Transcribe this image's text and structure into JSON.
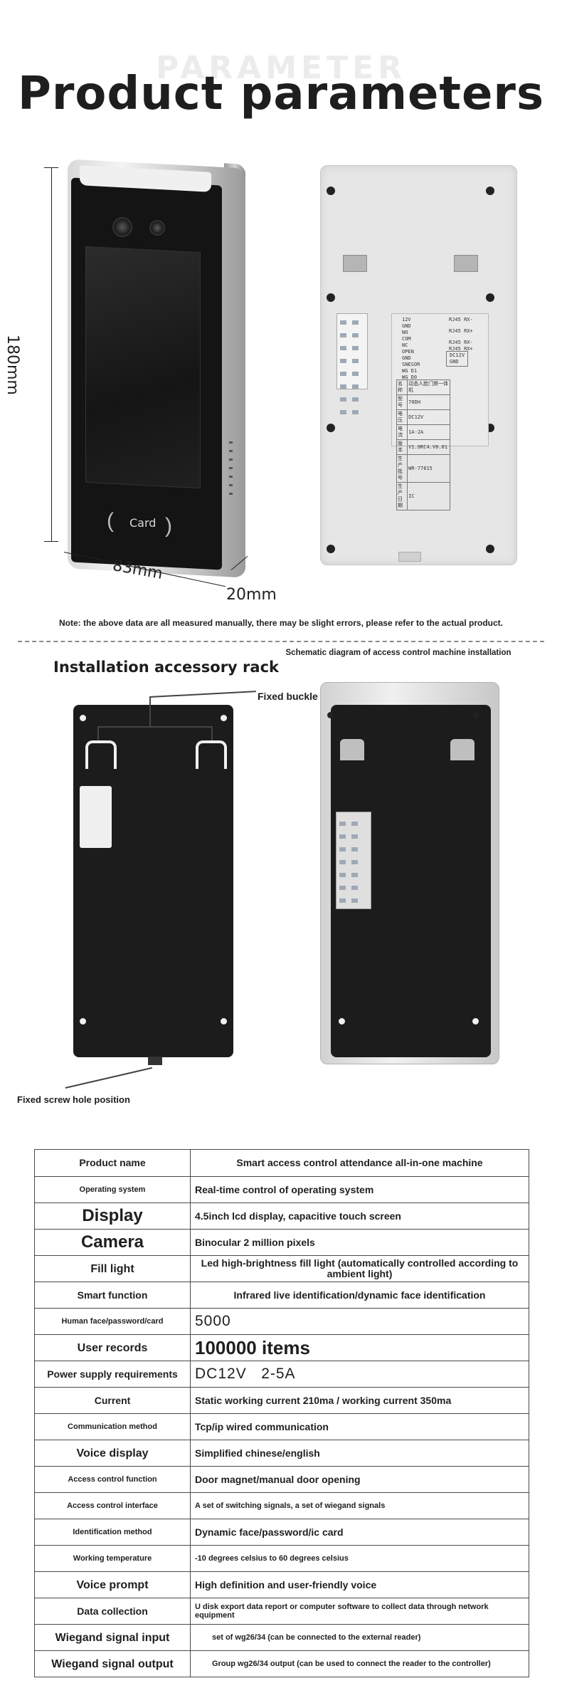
{
  "header": {
    "ghost_text": "PARAMETER",
    "title": "Product parameters"
  },
  "dimensions": {
    "height": "180mm",
    "width": "83mm",
    "depth": "20mm"
  },
  "device": {
    "card_label": "Card",
    "back_label_panel": {
      "terminals_left": [
        "12V",
        "GND",
        "NO",
        "COM",
        "NC",
        "OPEN",
        "GND",
        "SNESOR",
        "WG D1",
        "WG D0"
      ],
      "terminals_right": [
        "RJ45 RX-",
        "RJ45 RX+",
        "RJ45 RX-",
        "RJ45 RX+"
      ],
      "power": [
        "DC12V",
        "GND"
      ],
      "spec_rows": [
        [
          "名称",
          "动态人脸门禁一体机"
        ],
        [
          "型号",
          "70DH"
        ],
        [
          "电压",
          "DC12V"
        ],
        [
          "电流",
          "1A-2A"
        ],
        [
          "版本",
          "V1.0RC4.V0.01"
        ],
        [
          "生产批号",
          "WR-77815"
        ],
        [
          "生产日期",
          "IC"
        ]
      ]
    }
  },
  "note": "Note: the above data are all measured manually, there may be slight errors, please refer to the actual product.",
  "installation": {
    "accessory_title": "Installation accessory rack",
    "schematic_title": "Schematic diagram of access control machine installation",
    "fixed_buckle": "Fixed buckle",
    "fixed_screw": "Fixed screw hole position"
  },
  "params": [
    {
      "k": "Product name",
      "v": "Smart access control attendance all-in-one machine"
    },
    {
      "k": "Operating system",
      "v": "Real-time control of operating system"
    },
    {
      "k": "Display",
      "v": "4.5inch lcd display, capacitive touch screen"
    },
    {
      "k": "Camera",
      "v": "Binocular 2 million pixels"
    },
    {
      "k": "Fill light",
      "v": "Led high-brightness fill light (automatically controlled according to ambient light)"
    },
    {
      "k": "Smart function",
      "v": "Infrared live identification/dynamic face identification"
    },
    {
      "k": "Human face/password/card",
      "v": "5000"
    },
    {
      "k": "User records",
      "v": "100000 items"
    },
    {
      "k": "Power supply requirements",
      "v": "DC12V   2-5A"
    },
    {
      "k": "Current",
      "v": "Static working current 210ma / working current 350ma"
    },
    {
      "k": "Communication method",
      "v": "Tcp/ip wired communication"
    },
    {
      "k": "Voice display",
      "v": "Simplified chinese/english"
    },
    {
      "k": "Access control function",
      "v": "Door magnet/manual door opening"
    },
    {
      "k": "Access control interface",
      "v": "A set of switching signals, a set of wiegand signals"
    },
    {
      "k": "Identification method",
      "v": "Dynamic face/password/ic card"
    },
    {
      "k": "Working temperature",
      "v": "-10 degrees celsius to 60 degrees celsius"
    },
    {
      "k": "Voice prompt",
      "v": "High definition and user-friendly voice"
    },
    {
      "k": "Data collection",
      "v": "U disk export data report or computer software to collect data through network equipment"
    },
    {
      "k": "Wiegand signal input",
      "v": "set of wg26/34 (can be connected to the external reader)"
    },
    {
      "k": "Wiegand signal output",
      "v": "Group wg26/34 output (can be used to connect the reader to the controller)"
    }
  ]
}
